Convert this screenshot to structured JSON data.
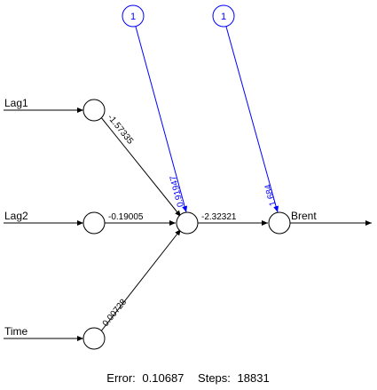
{
  "inputs": [
    {
      "label": "Lag1",
      "weight": "-1.57335"
    },
    {
      "label": "Lag2",
      "weight": "-0.19005"
    },
    {
      "label": "Time",
      "weight": "0.00728"
    }
  ],
  "hidden_output_weight": "-2.32321",
  "bias_nodes": [
    {
      "label": "1",
      "weight": "0.91947"
    },
    {
      "label": "1",
      "weight": "1.684"
    }
  ],
  "output": {
    "label": "Brent"
  },
  "footer": {
    "error_label": "Error:",
    "error_value": "0.10687",
    "steps_label": "Steps:",
    "steps_value": "18831"
  },
  "colors": {
    "main": "#000000",
    "bias": "#0000ff"
  }
}
